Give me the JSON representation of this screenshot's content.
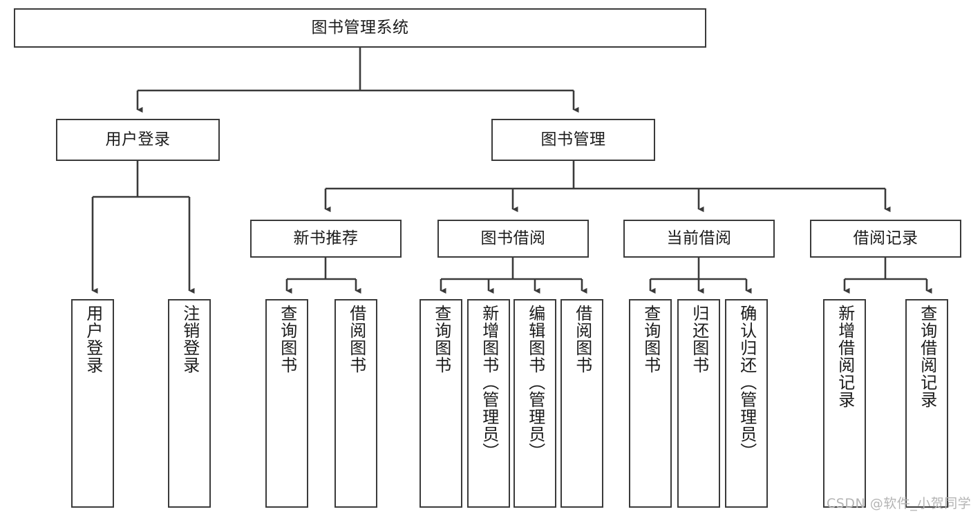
{
  "diagram": {
    "title": "图书管理系统",
    "type": "functional-structure-tree",
    "stroke_color": "#3a3a3a",
    "text_color": "#1b1b1b",
    "background_color": "#ffffff",
    "watermark": "CSDN @软件_小贺同学"
  },
  "nodes": {
    "root": {
      "label": "图书管理系统"
    },
    "level2": [
      {
        "label": "用户登录"
      },
      {
        "label": "图书管理"
      }
    ],
    "level3": [
      {
        "label": "新书推荐"
      },
      {
        "label": "图书借阅"
      },
      {
        "label": "当前借阅"
      },
      {
        "label": "借阅记录"
      }
    ],
    "leaves_user_login": [
      {
        "label": "用户登录"
      },
      {
        "label": "注销登录"
      }
    ],
    "leaves_new_book": [
      {
        "label": "查询图书"
      },
      {
        "label": "借阅图书"
      }
    ],
    "leaves_borrow": [
      {
        "label": "查询图书"
      },
      {
        "label": "新增图书（管理员）"
      },
      {
        "label": "编辑图书（管理员）"
      },
      {
        "label": "借阅图书"
      }
    ],
    "leaves_current": [
      {
        "label": "查询图书"
      },
      {
        "label": "归还图书"
      },
      {
        "label": "确认归还（管理员）"
      }
    ],
    "leaves_records": [
      {
        "label": "新增借阅记录"
      },
      {
        "label": "查询借阅记录"
      }
    ]
  }
}
